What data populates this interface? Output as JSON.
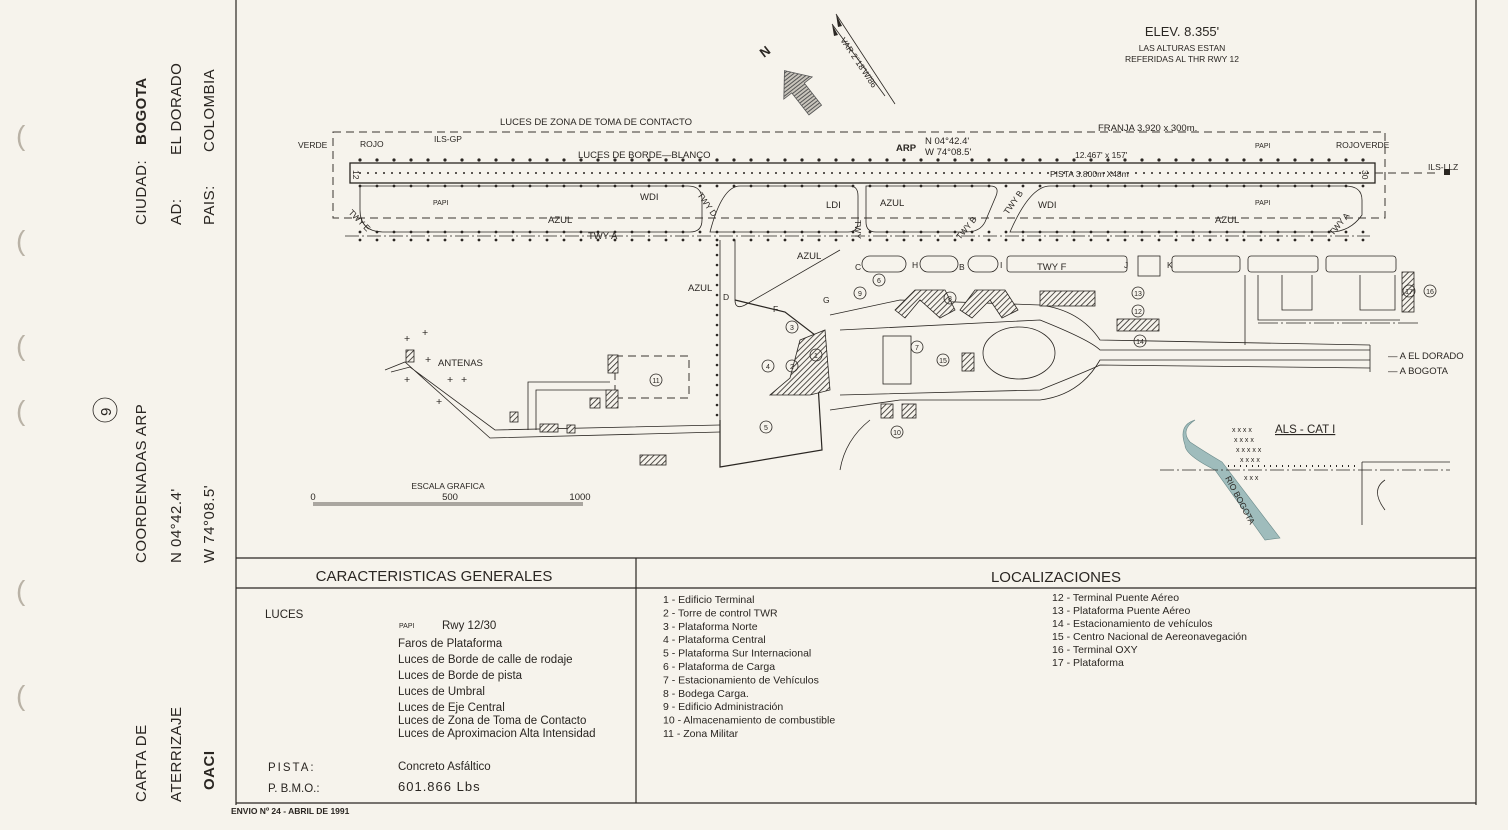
{
  "side_panel": {
    "ciudad_label": "CIUDAD:",
    "ciudad": "BOGOTA",
    "ad_label": "AD:",
    "ad": "EL DORADO",
    "pais_label": "PAIS:",
    "pais": "COLOMBIA",
    "chart_number": "9",
    "coords_label": "COORDENADAS ARP",
    "lat": "N 04°42.4'",
    "lon": "W 74°08.5'",
    "title_line1": "CARTA DE",
    "title_line2": "ATERRIZAJE",
    "title_line3": "OACI"
  },
  "header": {
    "elevation": "ELEV. 8.355'",
    "note_line1": "LAS ALTURAS ESTAN",
    "note_line2": "REFERIDAS AL THR RWY 12",
    "north": "N",
    "variation": "VAR 2°18'W/86"
  },
  "map": {
    "tdz_lights": "LUCES DE ZONA DE TOMA DE CONTACTO",
    "verde_w": "VERDE",
    "rojo_w": "ROJO",
    "ils_gp": "ILS-GP",
    "edge_lights": "LUCES DE BORDE—BLANCO",
    "arp": "ARP",
    "arp_lat": "N 04°42.4'",
    "arp_lon": "W 74°08.5'",
    "franja": "FRANJA  3.920 x 300m.",
    "runway_ft": "12.467' x 157'",
    "runway": "PISTA 3.800m X48m",
    "papi": "PAPI",
    "rojo_e": "ROJO",
    "verde_e": "VERDE",
    "ils_llz": "ILS-LLZ",
    "rwy12": "12",
    "rwy30": "30",
    "wdi": "WDI",
    "ldi": "LDI",
    "azul": "AZUL",
    "twy_a": "TWY A",
    "twy_e": "TWY E",
    "twy_d": "TWY D",
    "twy_b": "TWY B",
    "twy_c": "TWY",
    "twy_f": "TWY F",
    "letters": {
      "c": "C",
      "f": "F",
      "g": "G",
      "d": "D",
      "h": "H",
      "b": "B",
      "i": "I",
      "j": "J",
      "k": "K"
    },
    "antenas": "ANTENAS",
    "scale_title": "ESCALA GRAFICA",
    "scale_ticks": [
      "0",
      "500",
      "1000"
    ],
    "to_eldorado": "A EL DORADO",
    "to_bogota": "A BOGOTA",
    "als": "ALS - CAT I",
    "river": "RIO BOGOTA",
    "numbers": [
      "1",
      "2",
      "3",
      "4",
      "5",
      "6",
      "7",
      "8",
      "9",
      "10",
      "11",
      "12",
      "13",
      "14",
      "15",
      "16",
      "17"
    ]
  },
  "characteristics": {
    "title": "CARACTERISTICAS GENERALES",
    "lights_label": "LUCES",
    "papi_tag": "PAPI",
    "lights": [
      "Rwy 12/30",
      "Faros de Plataforma",
      "Luces de Borde de calle de rodaje",
      "Luces de Borde de pista",
      "Luces de Umbral",
      "Luces de Eje Central",
      "Luces de Zona de Toma de Contacto",
      "Luces de Aproximacion Alta Intensidad"
    ],
    "pista_label": "PISTA:",
    "pista": "Concreto Asfáltico",
    "pbmo_label": "P. B.M.O.:",
    "pbmo": "601.866 Lbs"
  },
  "locations": {
    "title": "LOCALIZACIONES",
    "items": [
      "1 - Edificio Terminal",
      "2 - Torre de control TWR",
      "3 - Plataforma Norte",
      "4 - Plataforma Central",
      "5 - Plataforma Sur Internacional",
      "6 - Plataforma de Carga",
      "7 - Estacionamiento de Vehículos",
      "8 - Bodega Carga.",
      "9 - Edificio Administración",
      "10 - Almacenamiento de combustible",
      "11 - Zona Militar",
      "12 - Terminal Puente Aéreo",
      "13 - Plataforma Puente Aéreo",
      "14 - Estacionamiento de vehículos",
      "15 - Centro Nacional de Aereonavegación",
      "16 - Terminal OXY",
      "17 - Plataforma"
    ]
  },
  "footer": {
    "edition": "ENVIO Nº 24 - ABRIL DE 1991"
  },
  "colors": {
    "paper": "#f6f3ec",
    "ink": "#2a2622",
    "river": "#9fbcbc"
  }
}
